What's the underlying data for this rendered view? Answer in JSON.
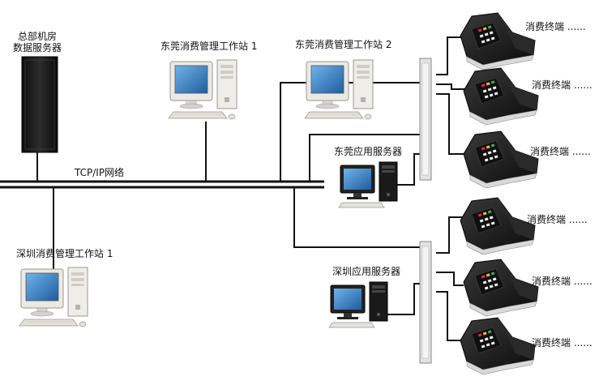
{
  "labels": {
    "hq_server": [
      "总部机房",
      "数据服务器"
    ],
    "network": "TCP/IP网络",
    "dg_ws1": "东莞消费管理工作站 1",
    "dg_ws2": "东莞消费管理工作站 2",
    "dg_app": "东莞应用服务器",
    "sz_ws1": "深圳消费管理工作站 1",
    "sz_app": "深圳应用服务器",
    "terminal": "消费终端 ......"
  },
  "terminals": [
    {
      "label": "消费终端 ......"
    },
    {
      "label": "消费终端 ......"
    },
    {
      "label": "消费终端 ......"
    },
    {
      "label": "消费终端 ......"
    },
    {
      "label": "消费终端 ......"
    },
    {
      "label": "消费终端 ......"
    }
  ],
  "colors": {
    "line": "#111111",
    "device_dark": "#1c1c1c",
    "monitor_screen": "#3a7fc4",
    "beige": "#e8e6e0"
  }
}
